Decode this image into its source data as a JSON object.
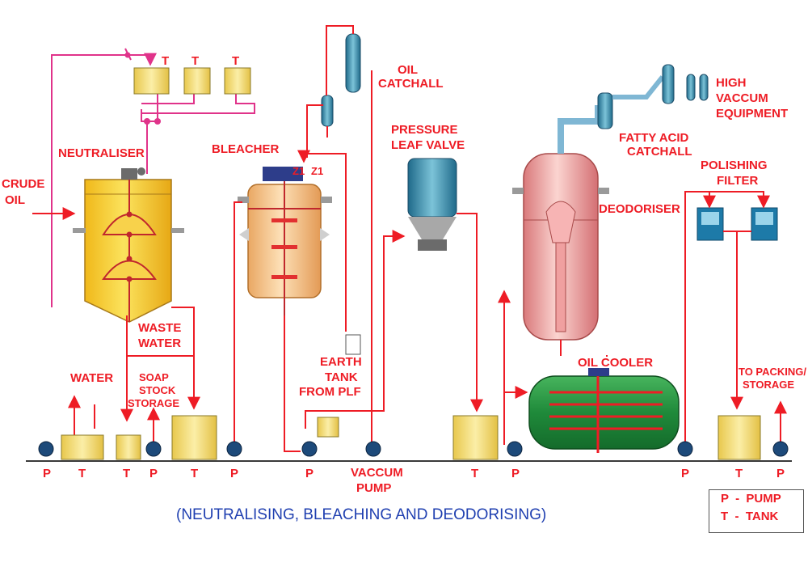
{
  "colors": {
    "pipe": "#ee1c25",
    "pipe_secondary": "#e0338a",
    "label": "#ee1c25",
    "caption": "#1f3fb0",
    "tank": "#f3dc77",
    "neutraliser": "#f6c933",
    "bleacher": "#f7c98c",
    "deodoriser": "#f2a9a9",
    "filter": "#2f8fa5",
    "oil_cooler": "#2a9a44",
    "pump": "#1d4a7a"
  },
  "labels": {
    "crude_oil": [
      "CRUDE",
      "OIL"
    ],
    "neutraliser": "NEUTRALISER",
    "bleacher": "BLEACHER",
    "oil_catchall": [
      "OIL",
      "CATCHALL"
    ],
    "pressure_leaf_valve": [
      "PRESSURE",
      "LEAF VALVE"
    ],
    "fatty_acid_catchall": [
      "FATTY ACID",
      "CATCHALL"
    ],
    "high_vaccum_equipment": [
      "HIGH",
      "VACCUM",
      "EQUIPMENT"
    ],
    "deodoriser": "DEODORISER",
    "polishing_filter": [
      "POLISHING",
      "FILTER"
    ],
    "waste_water": [
      "WASTE",
      "WATER"
    ],
    "water": "WATER",
    "soap_stock_storage": [
      "SOAP",
      "STOCK",
      "STORAGE"
    ],
    "earth_tank": [
      "EARTH",
      "TANK"
    ],
    "from_plf": "FROM PLF",
    "vaccum_pump": [
      "VACCUM",
      "PUMP"
    ],
    "oil_cooler": "OIL COOLER",
    "to_packing_storage": [
      "TO PACKING/",
      "STORAGE"
    ],
    "z_marks": [
      "Z1",
      "Z1"
    ]
  },
  "top_tanks": [
    "T",
    "T",
    "T"
  ],
  "bottom_row": [
    {
      "id": "p1",
      "text": "P"
    },
    {
      "id": "t1",
      "text": "T"
    },
    {
      "id": "t2",
      "text": "T"
    },
    {
      "id": "p2",
      "text": "P"
    },
    {
      "id": "t3",
      "text": "T"
    },
    {
      "id": "p3",
      "text": "P"
    },
    {
      "id": "p4",
      "text": "P"
    },
    {
      "id": "t4",
      "text": "T"
    },
    {
      "id": "p5",
      "text": "P"
    },
    {
      "id": "p6",
      "text": "P"
    },
    {
      "id": "t5",
      "text": "T"
    },
    {
      "id": "p7",
      "text": "P"
    }
  ],
  "caption": "(NEUTRALISING, BLEACHING AND DEODORISING)",
  "legend": {
    "p": "P  -  PUMP",
    "t": "T  -  TANK"
  }
}
